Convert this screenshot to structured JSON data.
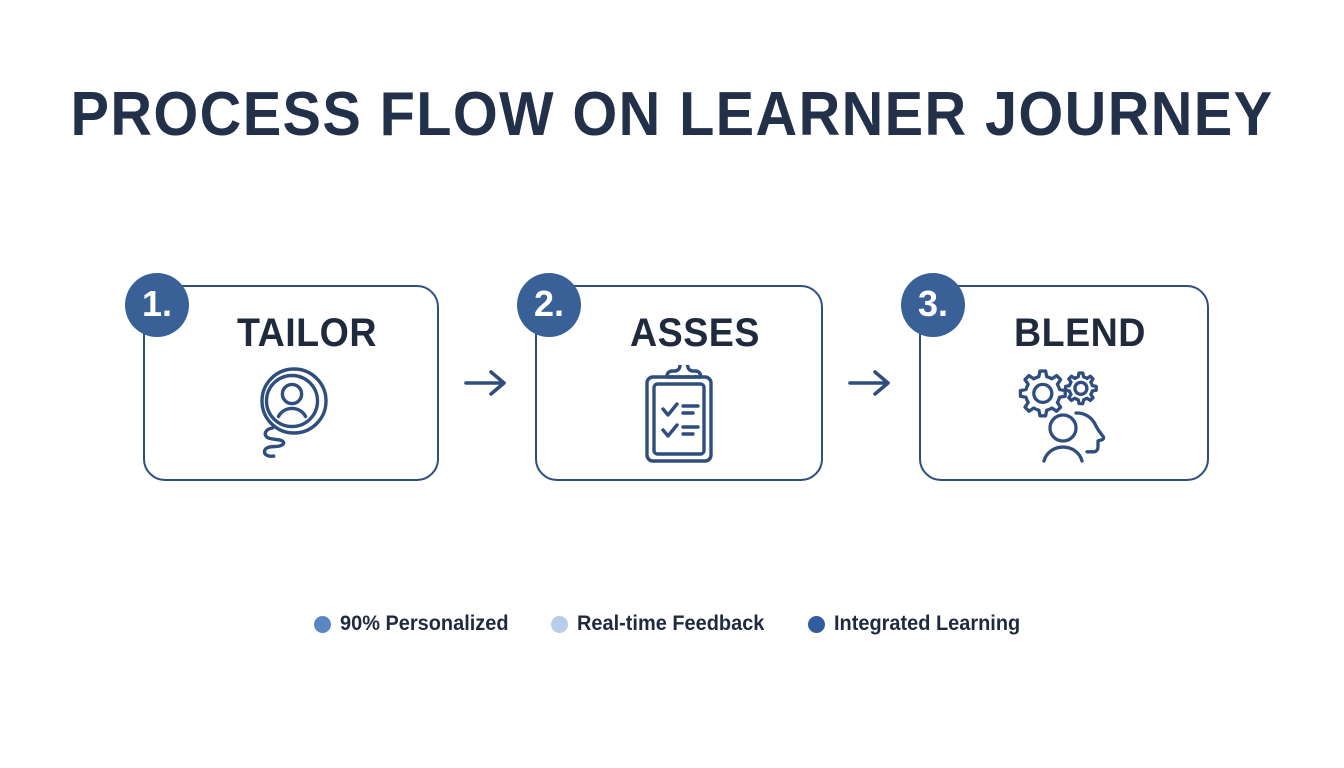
{
  "title": "PROCESS FLOW ON LEARNER JOURNEY",
  "colors": {
    "background": "#ffffff",
    "title_text": "#22304a",
    "card_border": "#2f4e7e",
    "badge_fill": "#3a6098",
    "badge_text": "#ffffff",
    "heading_text": "#1f2b3d",
    "icon_stroke": "#2f4e7e",
    "arrow": "#2f4e7e"
  },
  "steps": [
    {
      "number": "1.",
      "label": "TAILOR",
      "icon": "person-in-circle-with-tape-icon"
    },
    {
      "number": "2.",
      "label": "ASSES",
      "icon": "clipboard-checklist-icon"
    },
    {
      "number": "3.",
      "label": "BLEND",
      "icon": "gears-head-person-icon"
    }
  ],
  "connectors": [
    {
      "icon": "arrow-right-icon"
    },
    {
      "icon": "arrow-right-icon"
    }
  ],
  "legend": [
    {
      "label": "90% Personalized",
      "color": "#5b86c4",
      "dot": "legend-dot-icon"
    },
    {
      "label": "Real-time Feedback",
      "color": "#b8cde8",
      "dot": "legend-dot-icon"
    },
    {
      "label": "Integrated Learning",
      "color": "#2f5d9e",
      "dot": "legend-dot-icon"
    }
  ]
}
